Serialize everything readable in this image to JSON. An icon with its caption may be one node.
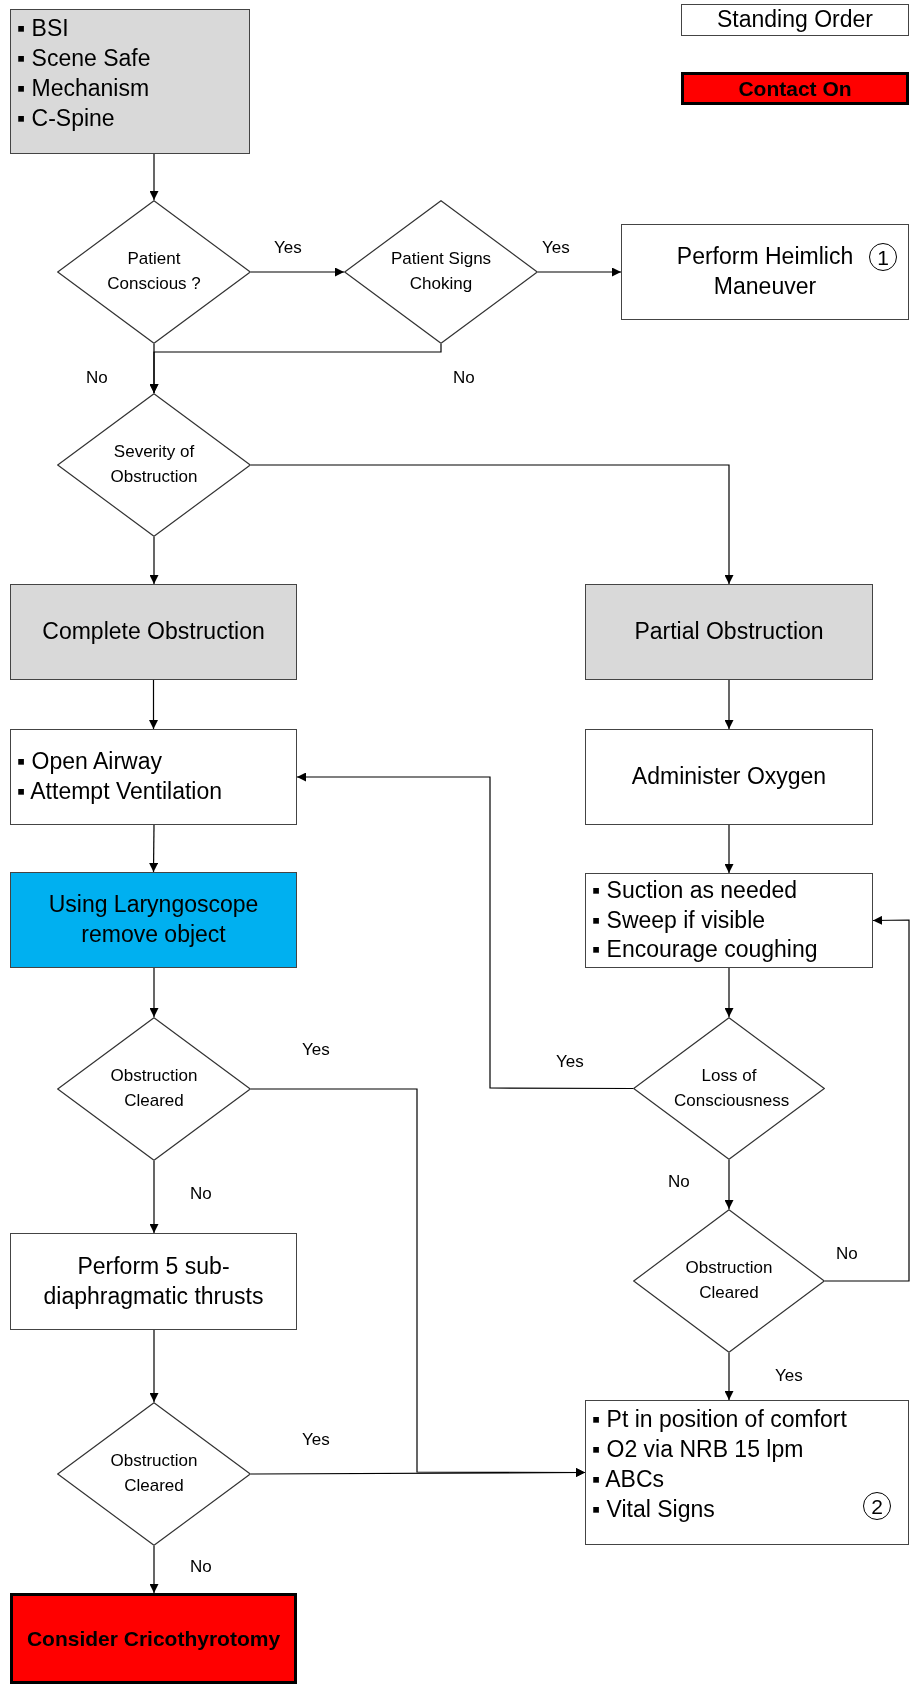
{
  "diagram": {
    "nodes": [
      {
        "text": [
          "Standing Order"
        ]
      },
      {
        "text": [
          "Contact On"
        ]
      },
      {
        "text": [
          "▪ BSI",
          "▪ Scene Safe",
          "▪ Mechanism",
          "▪ C-Spine"
        ]
      },
      {
        "text": [
          "Patient Conscious ?"
        ]
      },
      {
        "text": [
          "Patient Signs Choking"
        ]
      },
      {
        "text": [
          "Perform Heimlich Maneuver",
          "1"
        ]
      },
      {
        "text": [
          "Severity of Obstruction"
        ]
      },
      {
        "text": [
          "Complete Obstruction"
        ]
      },
      {
        "text": [
          "Partial Obstruction"
        ]
      },
      {
        "text": [
          "▪ Open Airway",
          "▪ Attempt Ventilation"
        ]
      },
      {
        "text": [
          "Administer Oxygen"
        ]
      },
      {
        "text": [
          "Using Laryngoscope remove object"
        ]
      },
      {
        "text": [
          "▪ Suction as needed",
          "▪ Sweep if visible",
          "▪ Encourage coughing"
        ]
      },
      {
        "text": [
          "Obstruction Cleared"
        ]
      },
      {
        "text": [
          "Loss of Consciousness"
        ]
      },
      {
        "text": [
          "Perform 5 sub-diaphragmatic thrusts"
        ]
      },
      {
        "text": [
          "Obstruction Cleared"
        ]
      },
      {
        "text": [
          "Obstruction Cleared"
        ]
      },
      {
        "text": [
          "▪ Pt in position of comfort",
          "▪ O2 via NRB 15 lpm",
          "▪ ABCs",
          "▪ Vital Signs",
          "2"
        ]
      },
      {
        "text": [
          "Consider Cricothyrotomy"
        ]
      }
    ],
    "edges": [
      {
        "from": 2,
        "to": 3,
        "arrow": "to"
      },
      {
        "from": 3,
        "to": 4,
        "arrow": "to",
        "label": "Yes"
      },
      {
        "from": 4,
        "to": 5,
        "arrow": "to",
        "label": "Yes"
      },
      {
        "from": 3,
        "to": 6,
        "arrow": "to",
        "label": "No"
      },
      {
        "from": 4,
        "to": 6,
        "arrow": "to",
        "label": "No"
      },
      {
        "from": 6,
        "to": 7,
        "arrow": "to"
      },
      {
        "from": 6,
        "to": 8,
        "arrow": "to"
      },
      {
        "from": 7,
        "to": 9,
        "arrow": "to"
      },
      {
        "from": 8,
        "to": 10,
        "arrow": "to"
      },
      {
        "from": 9,
        "to": 11,
        "arrow": "to"
      },
      {
        "from": 10,
        "to": 12,
        "arrow": "to"
      },
      {
        "from": 11,
        "to": 13,
        "arrow": "to"
      },
      {
        "from": 12,
        "to": 14,
        "arrow": "to"
      },
      {
        "from": 14,
        "to": 9,
        "arrow": "to",
        "label": "Yes"
      },
      {
        "from": 13,
        "to": 18,
        "arrow": "to",
        "label": "Yes"
      },
      {
        "from": 13,
        "to": 15,
        "arrow": "to",
        "label": "No"
      },
      {
        "from": 14,
        "to": 16,
        "arrow": "to",
        "label": "No"
      },
      {
        "from": 16,
        "to": 18,
        "arrow": "to",
        "label": "Yes"
      },
      {
        "from": 16,
        "to": 12,
        "arrow": "to",
        "label": "No"
      },
      {
        "from": 15,
        "to": 17,
        "arrow": "to"
      },
      {
        "from": 17,
        "to": 18,
        "arrow": "to",
        "label": "Yes"
      },
      {
        "from": 17,
        "to": 19,
        "arrow": "to",
        "label": "No"
      }
    ]
  }
}
